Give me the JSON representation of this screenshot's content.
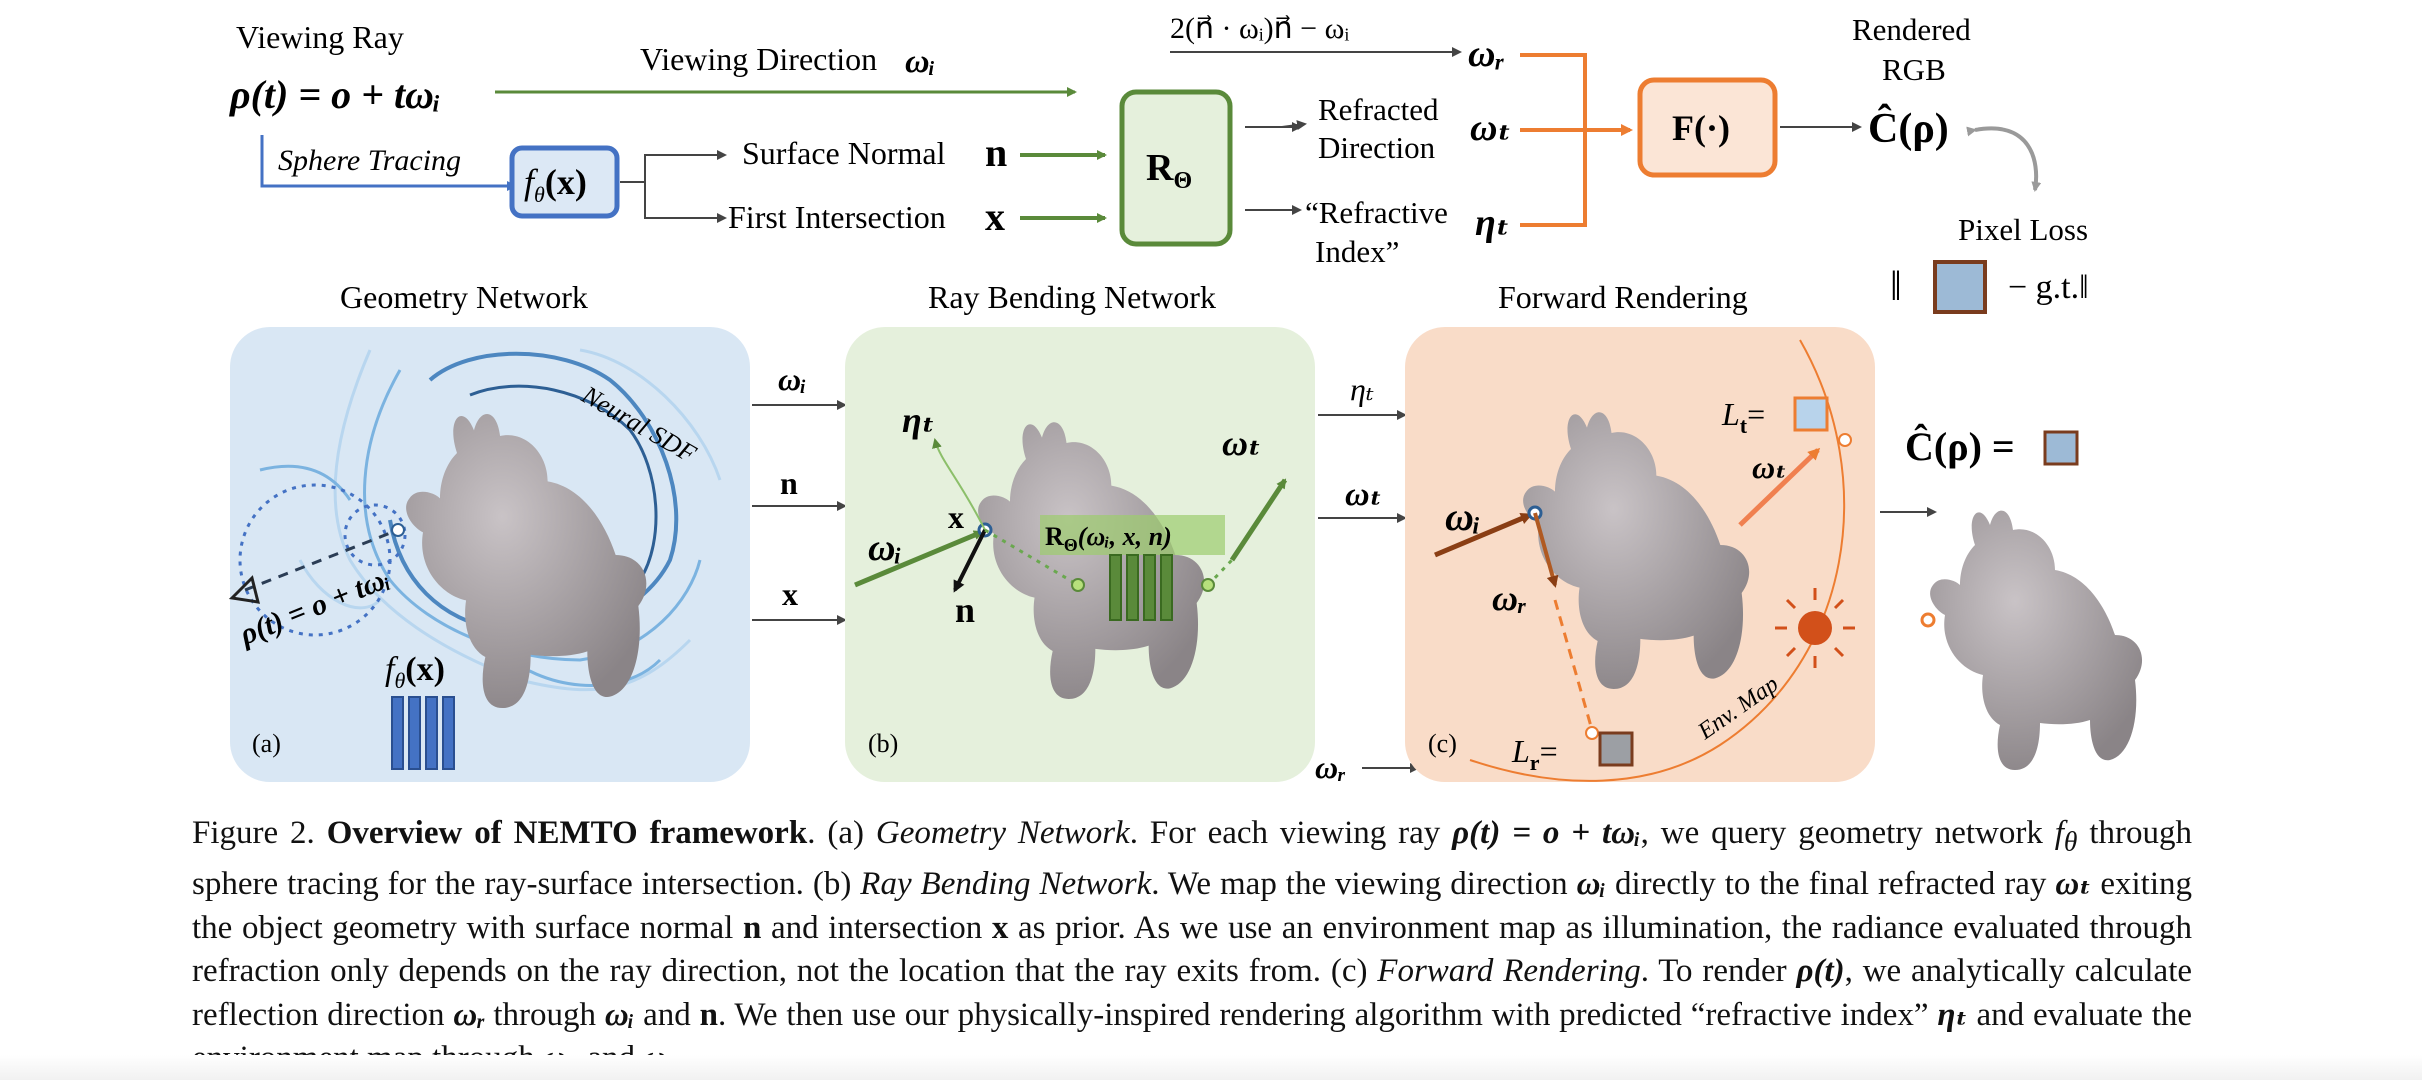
{
  "top": {
    "viewing_ray_title": "Viewing Ray",
    "ray_eq": "ρ(t) = o + tωᵢ",
    "viewing_direction": "Viewing Direction",
    "omega_i": "ωᵢ",
    "sphere_tracing": "Sphere Tracing",
    "f_theta": "f",
    "f_theta_sub": "θ",
    "f_theta_arg": "(x)",
    "surface_normal": "Surface Normal",
    "n_sym": "n",
    "first_intersection": "First Intersection",
    "x_sym": "x",
    "r_box": "R",
    "r_box_sub": "Θ",
    "reflect_formula": "2(n⃗ · ωᵢ)n⃗ − ωᵢ",
    "omega_r": "ωᵣ",
    "refracted_direction_1": "Refracted",
    "refracted_direction_2": "Direction",
    "omega_t": "ωₜ",
    "refractive_index_1": "“Refractive",
    "refractive_index_2": "Index”",
    "eta_t": "ηₜ",
    "f_box": "F(·)",
    "rendered_rgb_1": "Rendered",
    "rendered_rgb_2": "RGB",
    "c_hat": "Ĉ(ρ)",
    "pixel_loss": "Pixel Loss",
    "loss_gt": "− g.t.‖",
    "loss_open": "‖"
  },
  "panels": {
    "geometry_title": "Geometry Network",
    "ray_bending_title": "Ray Bending Network",
    "forward_title": "Forward Rendering",
    "neural_sdf": "Neural SDF",
    "ray_label": "ρ(t) = o + tωᵢ",
    "a_label": "(a)",
    "b_label": "(b)",
    "c_label": "(c)",
    "a_ftheta": "f",
    "a_ftheta_sub": "θ",
    "a_ftheta_arg": "(x)",
    "b_eta": "ηₜ",
    "b_omega_t": "ωₜ",
    "b_omega_i": "ωᵢ",
    "b_x": "x",
    "b_n": "n",
    "b_r_label": "R",
    "b_r_sub": "Θ",
    "b_r_arg": "(ωᵢ, x, n)",
    "c_lt": "L",
    "c_lt_sub": "t",
    "c_lr": "L",
    "c_lr_sub": "r",
    "c_eq": "=",
    "c_omega_t": "ωₜ",
    "c_omega_i": "ωᵢ",
    "c_omega_r": "ωᵣ",
    "env_map": "Env. Map",
    "mid_omega_i": "ωᵢ",
    "mid_n": "n",
    "mid_x": "x",
    "mid_eta_t": "ηₜ",
    "mid_omega_t": "ωₜ",
    "mid_omega_r": "ωᵣ",
    "c_hat_eq": "Ĉ(ρ) ="
  },
  "colors": {
    "blue_panel": "#d9e7f4",
    "green_panel": "#e5f0dc",
    "orange_panel": "#f9dcc8",
    "blue_arrow": "#4472c4",
    "green_arrow": "#5a8a3a",
    "orange_arrow": "#ed7d31"
  },
  "caption": {
    "fig_label": "Figure 2.",
    "fig_title": "Overview of NEMTO framework",
    "p1": ". (a) ",
    "geo_italic": "Geometry Network",
    "p2": ". For each viewing ray ",
    "rho_t": "ρ(t) = o + tωᵢ",
    "p3": ", we query geometry network ",
    "f_theta": "f",
    "f_sub": "θ",
    "p4": " through sphere tracing for the ray-surface intersection.  (b) ",
    "rb_italic": "Ray Bending Network",
    "p5": ".  We map the viewing direction ",
    "omega_i": "ωᵢ",
    "p6": " directly to the final refracted ray ",
    "omega_t": "ωₜ",
    "p7": " exiting the object geometry with surface normal ",
    "n": "n",
    "p8": " and intersection ",
    "x": "x",
    "p9": " as prior.  As we use an environment map as illumination, the radiance evaluated through refraction only depends on the ray direction, not the location that the ray exits from.  (c) ",
    "fr_italic": "Forward Rendering",
    "p10": ".  To render ",
    "rho": "ρ(t)",
    "p11": ", we analytically calculate reflection direction ",
    "omega_r": "ωᵣ",
    "p12": " through ",
    "omega_i2": "ωᵢ",
    "p13": " and ",
    "n2": "n",
    "p14": ". We then use our physically-inspired rendering algorithm with predicted “refractive index” ",
    "eta": "ηₜ",
    "p15": " and evaluate the environment map through ",
    "omega_t2": "ωₜ",
    "p16": " and ",
    "omega_r2": "ωᵣ",
    "p17": "."
  }
}
